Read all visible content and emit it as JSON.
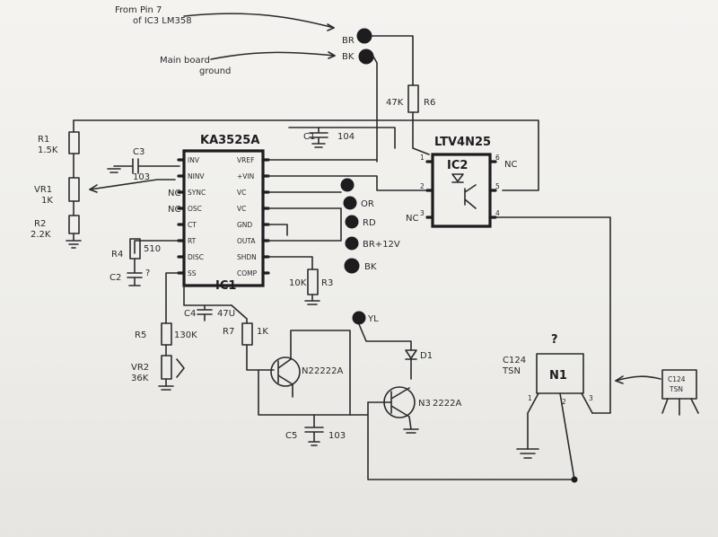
{
  "notes": {
    "from_pin": "From Pin 7",
    "of_ic3": "of IC3 LM358",
    "main_board": "Main board",
    "ground": "ground"
  },
  "connectors": {
    "br": "BR",
    "bk": "BK",
    "or": "OR",
    "rd": "RD",
    "br12v": "BR+12V",
    "bk2": "BK",
    "yl": "YL"
  },
  "ic1": {
    "name": "KA3525A",
    "label": "IC1",
    "left_pins": [
      "INV",
      "NINV",
      "SYNC",
      "OSC",
      "CT",
      "RT",
      "DISC",
      "SS"
    ],
    "right_pins": [
      "VREF",
      "+VIN",
      "VC",
      "VC",
      "GND",
      "OUTA",
      "SHDN",
      "COMP"
    ]
  },
  "ic2": {
    "name": "LTV4N25",
    "label": "IC2",
    "nc_left": "NC",
    "nc_right": "NC",
    "pins": [
      "1",
      "2",
      "3",
      "6",
      "5",
      "4"
    ]
  },
  "components": {
    "r1": "R1",
    "r1_val": "1.5K",
    "vr1": "VR1",
    "vr1_val": "1K",
    "r2": "R2",
    "r2_val": "2.2K",
    "c3": "C3",
    "c3_val": "103",
    "c1": "C1",
    "c1_val": "104",
    "r6": "R6",
    "r6_val": "47K",
    "r4": "R4",
    "r4_val": "510",
    "c2": "C2",
    "c2_q": "?",
    "r3": "R3",
    "r3_val": "10K",
    "c4": "C4",
    "c4_val": "47U",
    "r7": "R7",
    "r7_val": "1K",
    "r5": "R5",
    "r5_val": "130K",
    "vr2": "VR2",
    "vr2_val": "36K",
    "n2": "N2",
    "n2_val": "2222A",
    "n3": "N3",
    "n3_val": "2222A",
    "d1": "D1",
    "c5": "C5",
    "c5_val": "103",
    "n1": "N1",
    "n1_q": "?",
    "n1_code": "C124",
    "n1_code2": "TSN",
    "n1_pin1": "1",
    "n1_pin2": "2",
    "n1_pin3": "3",
    "pkg_code": "C124",
    "pkg_code2": "TSN"
  },
  "nc_labels": {
    "nc1": "NC",
    "nc2": "NC"
  }
}
